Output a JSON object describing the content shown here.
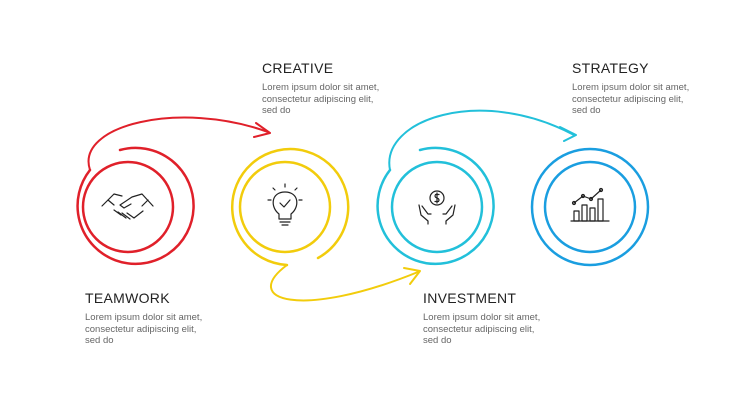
{
  "steps": [
    {
      "title": "TEAMWORK",
      "text": "Lorem ipsum dolor sit amet, consectetur adipiscing elit, sed do",
      "icon": "handshake-icon",
      "color": "#e0202a"
    },
    {
      "title": "CREATIVE",
      "text": "Lorem ipsum dolor sit amet, consectetur adipiscing elit, sed do",
      "icon": "lightbulb-icon",
      "color": "#f2cc0c"
    },
    {
      "title": "INVESTMENT",
      "text": "Lorem ipsum dolor sit amet, consectetur adipiscing elit, sed do",
      "icon": "hands-coin-icon",
      "color": "#22c0da"
    },
    {
      "title": "STRATEGY",
      "text": "Lorem ipsum dolor sit amet, consectetur adipiscing elit, sed do",
      "icon": "bar-chart-icon",
      "color": "#1a9ee0"
    }
  ]
}
